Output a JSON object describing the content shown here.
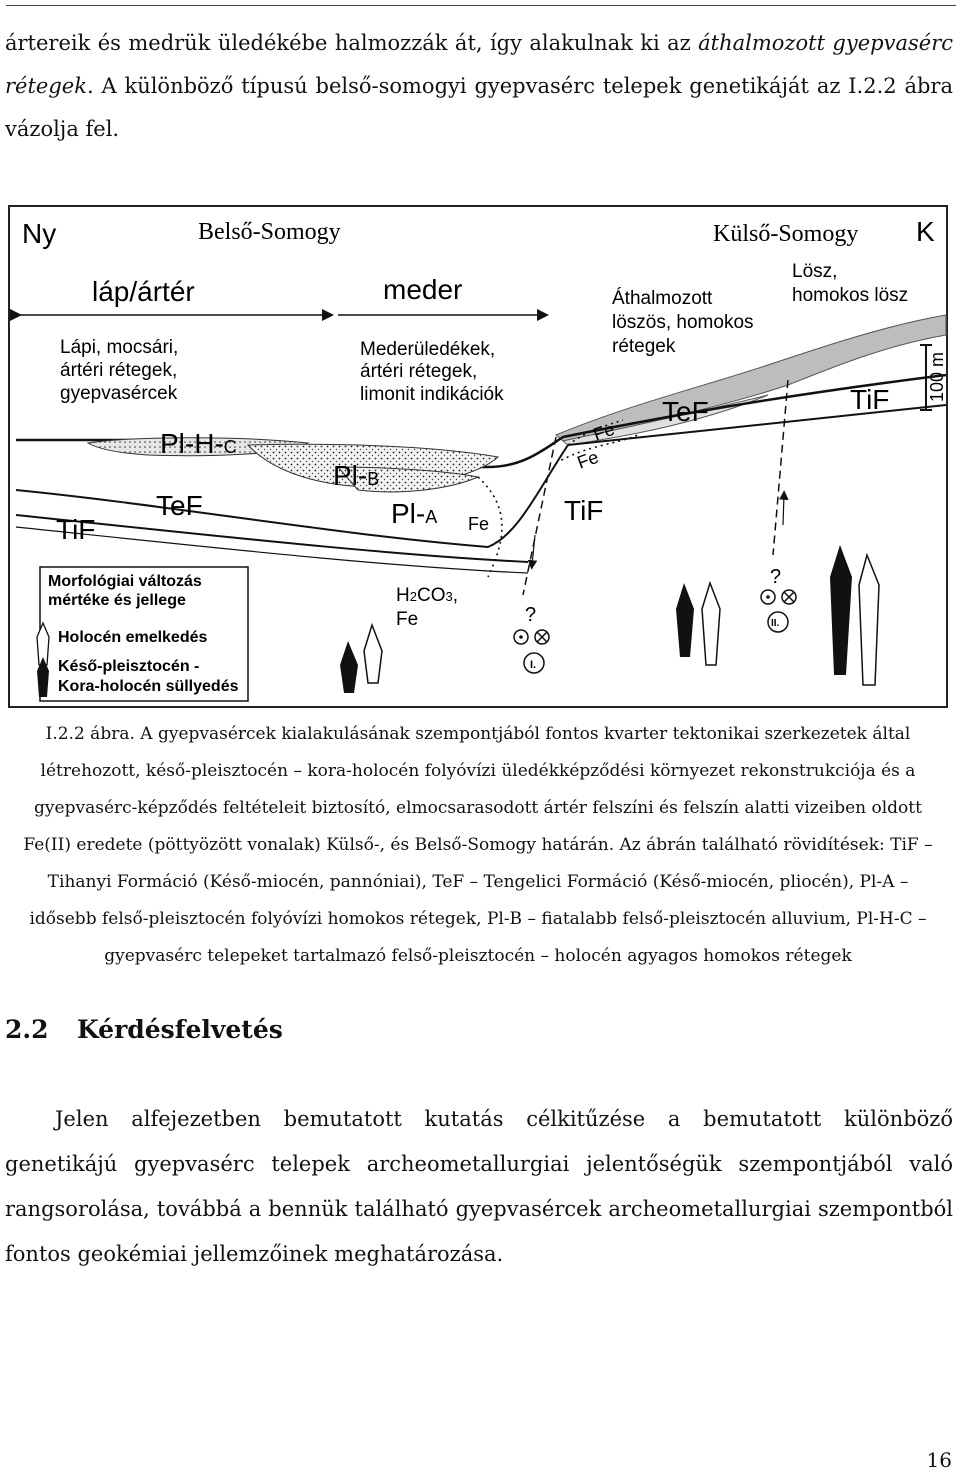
{
  "page": {
    "intro": {
      "t1": "ártereik és medrük üledékébe halmozzák át, így alakulnak ki az ",
      "i1": "áthalmozott gyepvasérc rétegek",
      "t2": ". A különböző típusú belső-somogyi gyepvasérc telepek genetikáját az I.2.2 ábra vázolja fel."
    },
    "figure": {
      "ny": "Ny",
      "k": "K",
      "belso": "Belső-Somogy",
      "kulso": "Külső-Somogy",
      "lap_arter": "láp/ártér",
      "meder": "meder",
      "lapi_1": "Lápi, mocsári,",
      "lapi_2": "ártéri rétegek,",
      "lapi_3": "gyepvasércek",
      "meder_1": "Mederüledékek,",
      "meder_2": "ártéri rétegek,",
      "meder_3": "limonit indikációk",
      "athalm_1": "Áthalmozott",
      "athalm_2": "löszös, homokos",
      "athalm_3": "rétegek",
      "losz_1": "Lösz,",
      "losz_2": "homokos lösz",
      "scale": "100 m",
      "tef_right": "TeF",
      "tif_right": "TiF",
      "plhc": "Pl-H-",
      "plhc_sub": "C",
      "plb": "Pl-",
      "plb_sub": "B",
      "pla": "Pl-",
      "pla_sub": "A",
      "tef_left": "TeF",
      "tif_left": "TiF",
      "tif_mid": "TiF",
      "fe1": "Fe",
      "fe2": "Fe",
      "fe3": "Fe",
      "h2co3_h": "H",
      "h2co3_2": "2",
      "h2co3_co": "CO",
      "h2co3_3": "3",
      "h2co3_comma": ",",
      "fe4": "Fe",
      "q1": "?",
      "q2": "?",
      "roman1": "I.",
      "roman2": "II.",
      "legend_1": "Morfológiai változás",
      "legend_2": "mértéke és jellege",
      "legend_up": "Holocén emelkedés",
      "legend_down_1": "Késő-pleisztocén -",
      "legend_down_2": "Kora-holocén süllyedés"
    },
    "caption": {
      "line1": "I.2.2 ábra. A gyepvasércek kialakulásának szempontjából fontos kvarter tektonikai szerkezetek által",
      "line2": "létrehozott, késő-pleisztocén – kora-holocén folyóvízi üledékképződési környezet rekonstrukciója és a",
      "line3": "gyepvasérc-képződés feltételeit biztosító, elmocsarasodott ártér felszíni és felszín alatti vizeiben oldott",
      "line4": "Fe(II) eredete (pöttyözött vonalak) Külső-, és Belső-Somogy határán. Az ábrán található rövidítések: TiF –",
      "line5": "Tihanyi Formáció (Késő-miocén, pannóniai), TeF – Tengelici Formáció (Késő-miocén, pliocén), Pl-A –",
      "line6": "idősebb felső-pleisztocén folyóvízi homokos rétegek, Pl-B – fiatalabb felső-pleisztocén alluvium, Pl-H-C –",
      "line7": "gyepvasérc telepeket tartalmazó felső-pleisztocén – holocén agyagos homokos rétegek"
    },
    "heading": {
      "number": "2.2",
      "title": "Kérdésfelvetés"
    },
    "paragraph": "Jelen alfejezetben bemutatott kutatás célkitűzése a bemutatott különböző genetikájú gyepvasérc telepek archeometallurgiai jelentőségük szempontjából való rangsorolása, továbbá a bennük található gyepvasércek archeometallurgiai szempontból fontos geokémiai jellemzőinek meghatározása.",
    "page_number": "16"
  }
}
